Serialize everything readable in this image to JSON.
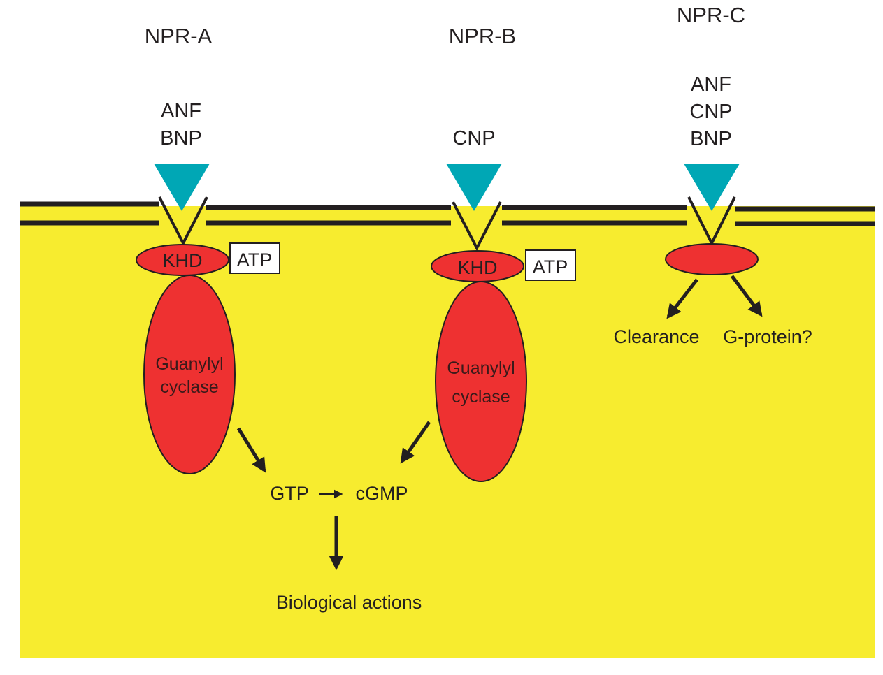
{
  "colors": {
    "cytoplasm": "#f7ec2f",
    "membrane": "#231f20",
    "ligand": "#00a7b5",
    "protein": "#ee3131",
    "background": "#ffffff"
  },
  "receptors": [
    {
      "name": "NPR-A",
      "ligands": [
        "ANF",
        "BNP"
      ],
      "kinase_domain": "KHD",
      "atp": "ATP",
      "catalytic_domain": [
        "Guanylyl",
        "cyclase"
      ]
    },
    {
      "name": "NPR-B",
      "ligands": [
        "CNP"
      ],
      "kinase_domain": "KHD",
      "atp": "ATP",
      "catalytic_domain": [
        "Guanylyl",
        "cyclase"
      ]
    },
    {
      "name": "NPR-C",
      "ligands": [
        "ANF",
        "CNP",
        "BNP"
      ],
      "outputs": [
        "Clearance",
        "G-protein?"
      ]
    }
  ],
  "pathway": {
    "substrate": "GTP",
    "product": "cGMP",
    "outcome": "Biological actions"
  }
}
